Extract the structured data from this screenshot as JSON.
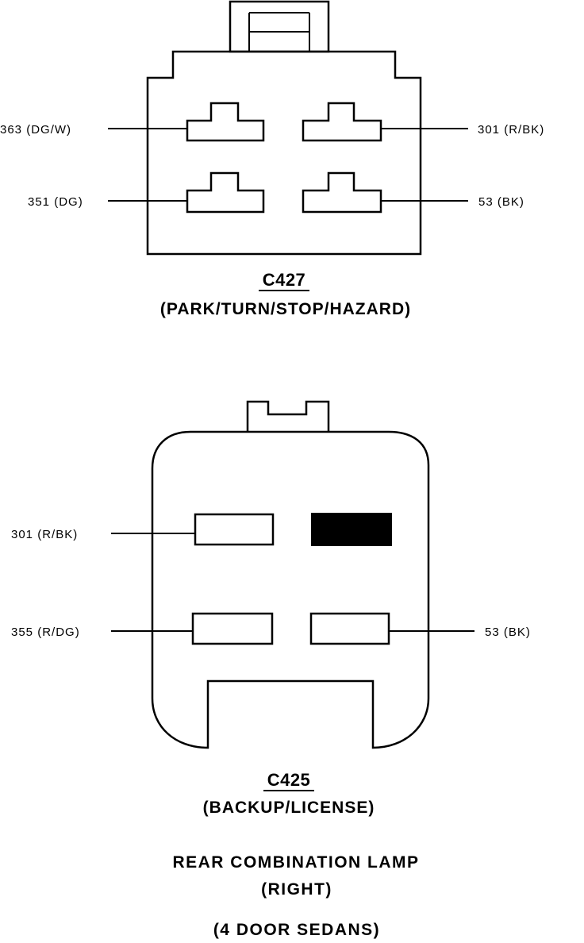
{
  "connector_c427": {
    "id": "C427",
    "description": "(PARK/TURN/STOP/HAZARD)",
    "pins": [
      {
        "label": "363 (DG/W)"
      },
      {
        "label": "301 (R/BK)"
      },
      {
        "label": "351 (DG)"
      },
      {
        "label": "53 (BK)"
      }
    ]
  },
  "connector_c425": {
    "id": "C425",
    "description": "(BACKUP/LICENSE)",
    "pins": [
      {
        "label": "301 (R/BK)"
      },
      {
        "label": "355 (R/DG)"
      },
      {
        "label": "53 (BK)"
      }
    ]
  },
  "caption": {
    "line1": "REAR COMBINATION LAMP",
    "line2": "(RIGHT)",
    "line3": "(4 DOOR SEDANS)"
  }
}
